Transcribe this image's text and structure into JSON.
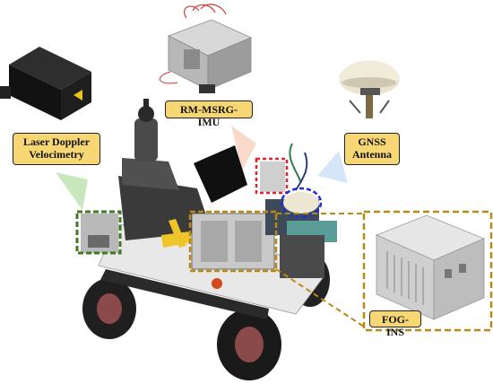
{
  "labels": {
    "ldv": {
      "line1": "Laser Doppler",
      "line2": "Velocimetry"
    },
    "imu": {
      "text": "RM-MSRG-IMU"
    },
    "gnss": {
      "line1": "GNSS",
      "line2": "Antenna"
    },
    "fog": {
      "text": "FOG-INS"
    }
  },
  "colors": {
    "label_fill": "#f7d774",
    "ldv_box": "#3f7a23",
    "imu_box": "#e0232e",
    "gnss_box": "#1c2fd9",
    "fog_box": "#b98a12",
    "beam_green": "#bfe3b3",
    "beam_peach": "#f8d3c1",
    "beam_blue": "#cfe3f6"
  }
}
